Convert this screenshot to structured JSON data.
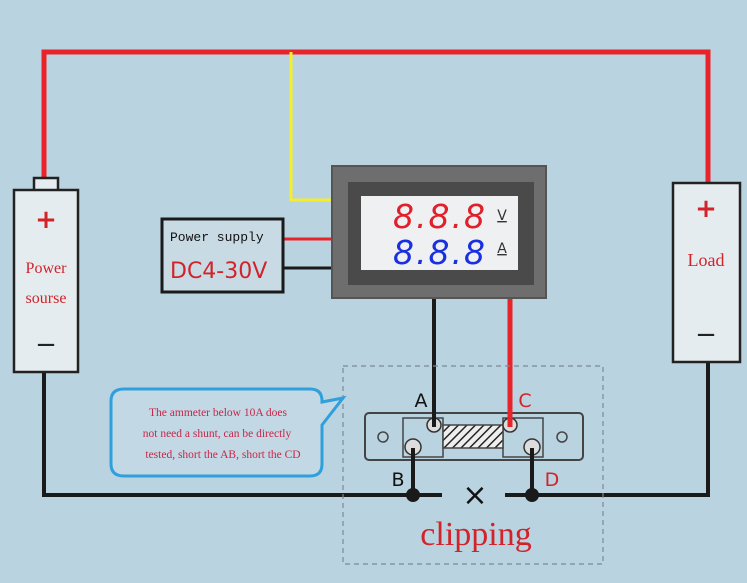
{
  "power_source": {
    "plus": "+",
    "label_line1": "Power",
    "label_line2": "sourse",
    "minus": "−"
  },
  "load": {
    "plus": "+",
    "label": "Load",
    "minus": "−"
  },
  "power_supply": {
    "title": "Power supply",
    "range": "DC4-30V"
  },
  "meter": {
    "voltage_digits": "8.8.8",
    "current_digits": "8.8.8",
    "voltage_unit": "V",
    "current_unit": "A"
  },
  "terminals": {
    "a": "A",
    "b": "B",
    "c": "C",
    "d": "D"
  },
  "callout": {
    "line1": "The ammeter below 10A does",
    "line2": "not need a shunt, can be directly",
    "line3": "tested, short the AB, short the CD"
  },
  "clipping_label": "clipping",
  "cut_mark": "×",
  "colors": {
    "red_wire": "#e8232a",
    "black_wire": "#1a1a1a",
    "yellow_wire": "#f5ee2a",
    "voltage_digits": "#e0202a",
    "current_digits": "#1a2fe0",
    "callout_border": "#2fa0dc",
    "background": "#bad3e0"
  }
}
